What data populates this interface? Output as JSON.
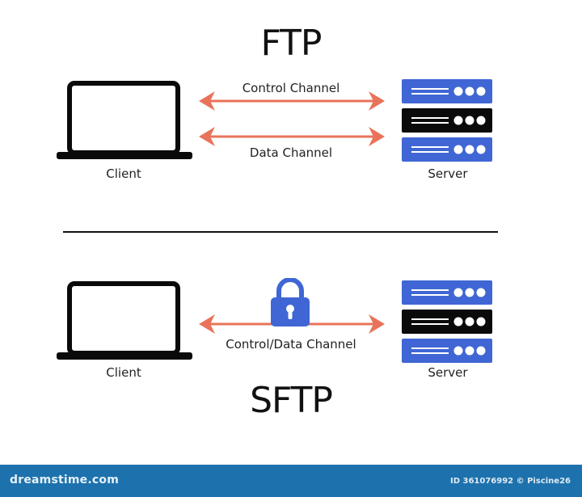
{
  "ftp": {
    "title": "FTP",
    "client_label": "Client",
    "server_label": "Server",
    "channels": [
      {
        "label": "Control Channel",
        "direction": "bidirectional"
      },
      {
        "label": "Data Channel",
        "direction": "bidirectional"
      }
    ]
  },
  "sftp": {
    "title": "SFTP",
    "client_label": "Client",
    "server_label": "Server",
    "channel": {
      "label": "Control/Data Channel",
      "direction": "bidirectional",
      "icon": "lock-icon"
    }
  },
  "colors": {
    "arrow": "#e8735a",
    "server_blue": "#3f66d4",
    "server_black": "#0a0a0a",
    "lock": "#3f66d4",
    "footer": "#1d72ad"
  },
  "footer": {
    "brand": "dreamstime.com",
    "credit": "ID 361076992 © Piscine26"
  }
}
